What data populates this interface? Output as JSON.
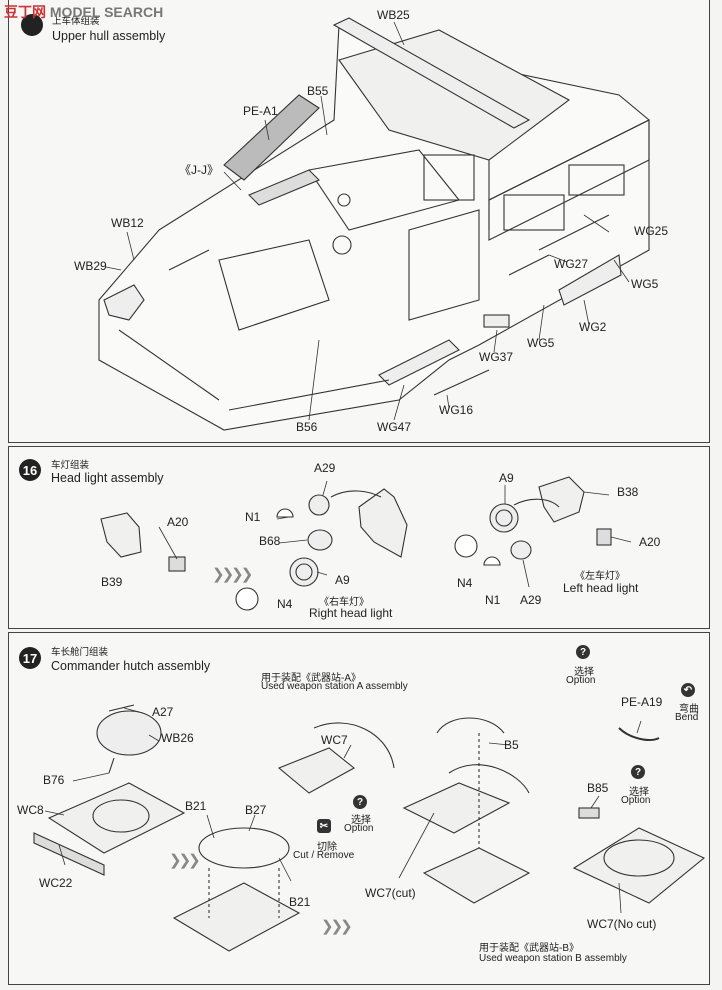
{
  "watermark": {
    "logo": "豆丁网",
    "text": "MODEL SEARCH"
  },
  "step15": {
    "cn_title": "上车体组装",
    "en_title": "Upper hull assembly",
    "parts": {
      "wb25": "WB25",
      "pe_a1": "PE-A1",
      "b55": "B55",
      "jj": "《J-J》",
      "wb12": "WB12",
      "wb29": "WB29",
      "wg25": "WG25",
      "wg27": "WG27",
      "wg5a": "WG5",
      "wg2": "WG2",
      "wg5b": "WG5",
      "wg37": "WG37",
      "wg16": "WG16",
      "wg47": "WG47",
      "b56": "B56"
    }
  },
  "step16": {
    "number": "16",
    "cn_title": "车灯组装",
    "en_title": "Head light assembly",
    "parts": {
      "a29a": "A29",
      "n1a": "N1",
      "a20a": "A20",
      "b68": "B68",
      "a9a": "A9",
      "n4a": "N4",
      "b39": "B39",
      "a9b": "A9",
      "b38": "B38",
      "a20b": "A20",
      "n4b": "N4",
      "n1b": "N1",
      "a29b": "A29"
    },
    "right_cn": "《右车灯》",
    "right_en": "Right head light",
    "left_cn": "《左车灯》",
    "left_en": "Left head light"
  },
  "step17": {
    "number": "17",
    "cn_title": "车长舱门组装",
    "en_title": "Commander hutch assembly",
    "parts": {
      "a27": "A27",
      "wb26": "WB26",
      "b76": "B76",
      "wc8": "WC8",
      "wc22": "WC22",
      "b21a": "B21",
      "b27": "B27",
      "b21b": "B21",
      "wc7": "WC7",
      "b5": "B5",
      "pe_a19": "PE-A19",
      "b85": "B85",
      "wc7cut": "WC7(cut)",
      "wc7nocut": "WC7(No cut)"
    },
    "weapon_a_cn": "用于装配《武器站-A》",
    "weapon_a_en": "Used weapon station A assembly",
    "weapon_b_cn": "用于装配《武器站-B》",
    "weapon_b_en": "Used weapon station B assembly",
    "option_cn": "选择",
    "option_en": "Option",
    "cut_cn": "切除",
    "cut_en": "Cut / Remove",
    "bend_cn": "弯曲",
    "bend_en": "Bend",
    "q": "?"
  }
}
